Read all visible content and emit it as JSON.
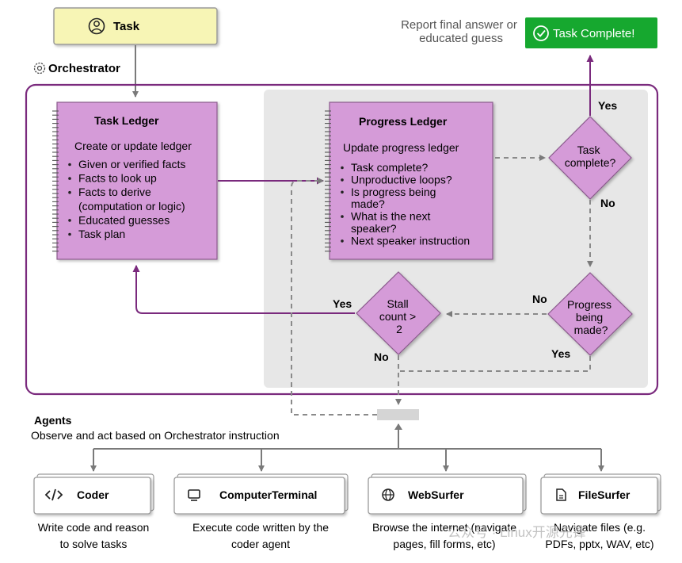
{
  "task": {
    "label": "Task",
    "icon": "person-circle-icon"
  },
  "orchestrator": {
    "label": "Orchestrator",
    "icon": "gear-icon"
  },
  "task_ledger": {
    "title": "Task Ledger",
    "subtitle": "Create or update ledger",
    "items": [
      "Given or verified facts",
      "Facts to look up",
      "Facts to derive",
      "(computation or logic)",
      "Educated guesses",
      "Task plan"
    ]
  },
  "progress_ledger": {
    "title": "Progress Ledger",
    "subtitle": "Update progress ledger",
    "items": [
      "Task complete?",
      "Unproductive loops?",
      "Is progress being",
      "made?",
      "What is the next",
      "speaker?",
      "Next speaker instruction"
    ]
  },
  "decisions": {
    "task_complete": [
      "Task",
      "complete?"
    ],
    "progress_made": [
      "Progress",
      "being",
      "made?"
    ],
    "stall_count": [
      "Stall",
      "count >",
      "2"
    ]
  },
  "edge_labels": {
    "yes_complete": "Yes",
    "no_complete": "No",
    "no_progress": "No",
    "yes_progress": "Yes",
    "yes_stall": "Yes",
    "no_stall": "No"
  },
  "final": {
    "note_line1": "Report final answer or",
    "note_line2": "educated guess",
    "button": "Task Complete!",
    "icon": "check-circle-icon"
  },
  "agents": {
    "title": "Agents",
    "subtitle": "Observe and act based on Orchestrator instruction",
    "list": [
      {
        "name": "Coder",
        "icon": "code-icon",
        "desc1": "Write code and reason",
        "desc2": "to solve tasks"
      },
      {
        "name": "ComputerTerminal",
        "icon": "monitor-icon",
        "desc1": "Execute code written by the",
        "desc2": "coder agent"
      },
      {
        "name": "WebSurfer",
        "icon": "globe-icon",
        "desc1": "Browse the internet (navigate",
        "desc2": "pages, fill forms, etc)"
      },
      {
        "name": "FileSurfer",
        "icon": "file-icon",
        "desc1": "Navigate files (e.g.",
        "desc2": "PDFs, pptx, WAV, etc)"
      }
    ]
  },
  "watermark": "公众号 · Linux开源先锋",
  "colors": {
    "task_fill": "#f7f5b5",
    "ledger_fill": "#d59bd8",
    "orchestrator_border": "#7a2a7d",
    "panel_gray": "#e7e7e7",
    "complete_green": "#16a82f",
    "arrow_gray": "#7a7a7a",
    "arrow_purple": "#7a2a7d"
  }
}
